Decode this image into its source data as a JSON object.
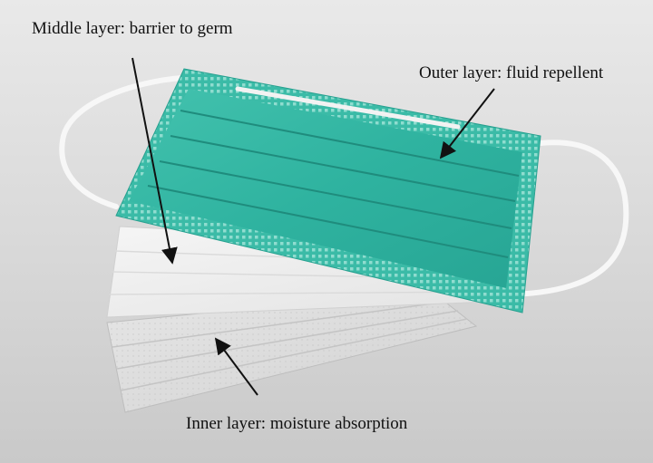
{
  "labels": {
    "middle": "Middle layer: barrier to germ",
    "outer": "Outer layer: fluid repellent",
    "inner": "Inner layer: moisture absorption"
  },
  "colors": {
    "outer_layer": "#2fb3a0",
    "inner_layers": "#ececec",
    "background": "#d9d9d9",
    "ear_loops": "#f7f7f7",
    "arrows": "#111111"
  },
  "icons": {
    "arrow_middle": "arrow-down-icon",
    "arrow_outer": "arrow-down-left-icon",
    "arrow_inner": "arrow-up-left-icon"
  }
}
